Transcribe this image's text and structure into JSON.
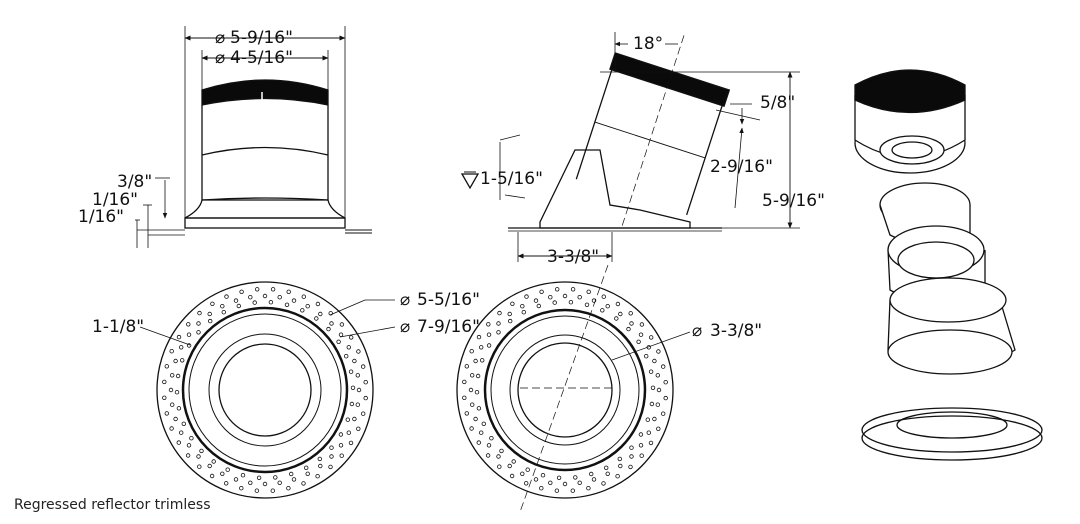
{
  "caption": "Regressed reflector trimless",
  "labels": {
    "front_outer_diameter": "5-9/16\"",
    "front_inner_diameter": "4-5/16\"",
    "flange_height": "3/8\"",
    "flange_step_1": "1/16\"",
    "flange_step_2": "1/16\"",
    "tilt_angle": "18°",
    "side_top_band": "5/8\"",
    "side_middle": "2-9/16\"",
    "side_overall_height": "5-9/16\"",
    "side_regress": "1-5/16\"",
    "side_base_width": "3-3/8\"",
    "plan_offset": "1-1/8\"",
    "plan_cutout_diameter": "5-5/16\"",
    "plan_flange_diameter": "7-9/16\"",
    "plan_aperture_diameter": "3-3/8\""
  },
  "colors": {
    "line": "#111111",
    "band": "#0a0a0a"
  }
}
